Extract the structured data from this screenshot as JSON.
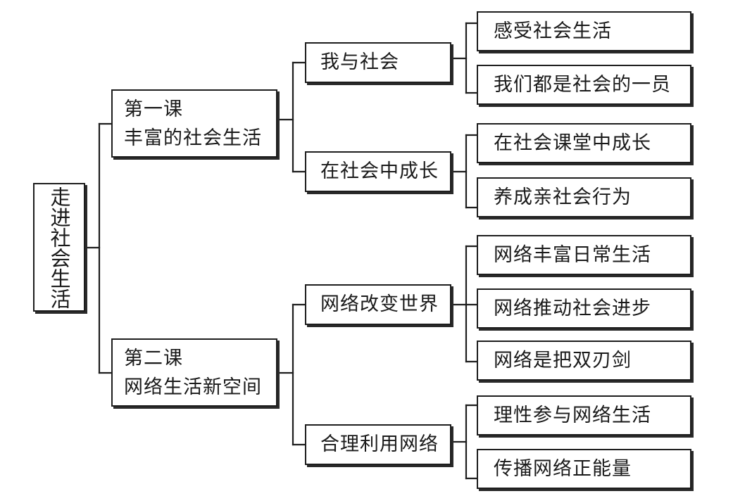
{
  "root": {
    "label": "走进社会生活"
  },
  "lessons": [
    {
      "title": "第一课",
      "subtitle": "丰富的社会生活",
      "sections": [
        {
          "label": "我与社会",
          "items": [
            "感受社会生活",
            "我们都是社会的一员"
          ]
        },
        {
          "label": "在社会中成长",
          "items": [
            "在社会课堂中成长",
            "养成亲社会行为"
          ]
        }
      ]
    },
    {
      "title": "第二课",
      "subtitle": "网络生活新空间",
      "sections": [
        {
          "label": "网络改变世界",
          "items": [
            "网络丰富日常生活",
            "网络推动社会进步",
            "网络是把双刃剑"
          ]
        },
        {
          "label": "合理利用网络",
          "items": [
            "理性参与网络生活",
            "传播网络正能量"
          ]
        }
      ]
    }
  ]
}
